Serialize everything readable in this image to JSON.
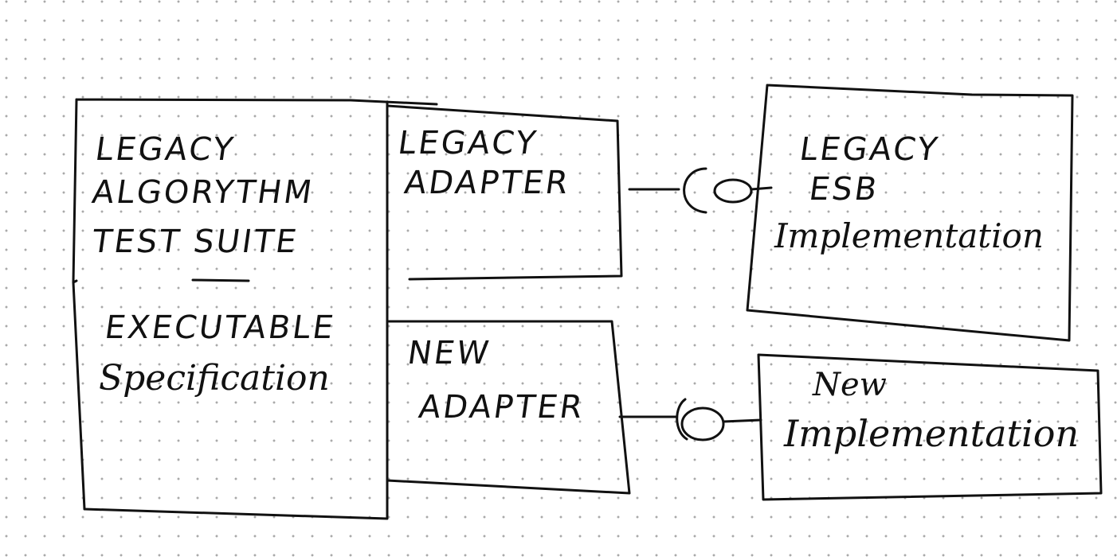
{
  "diagram": {
    "test_suite": {
      "line1": "LEGACY",
      "line2": "ALGORYTHM",
      "line3": "TEST SUITE",
      "line4": "EXECUTABLE",
      "line5": "Specification"
    },
    "legacy_adapter": {
      "line1": "LEGACY",
      "line2": "ADAPTER"
    },
    "new_adapter": {
      "line1": "NEW",
      "line2": "ADAPTER"
    },
    "legacy_impl": {
      "line1": "LEGACY",
      "line2": "ESB",
      "line3": "Implementation"
    },
    "new_impl": {
      "line1": "New",
      "line2": "Implementation"
    }
  }
}
